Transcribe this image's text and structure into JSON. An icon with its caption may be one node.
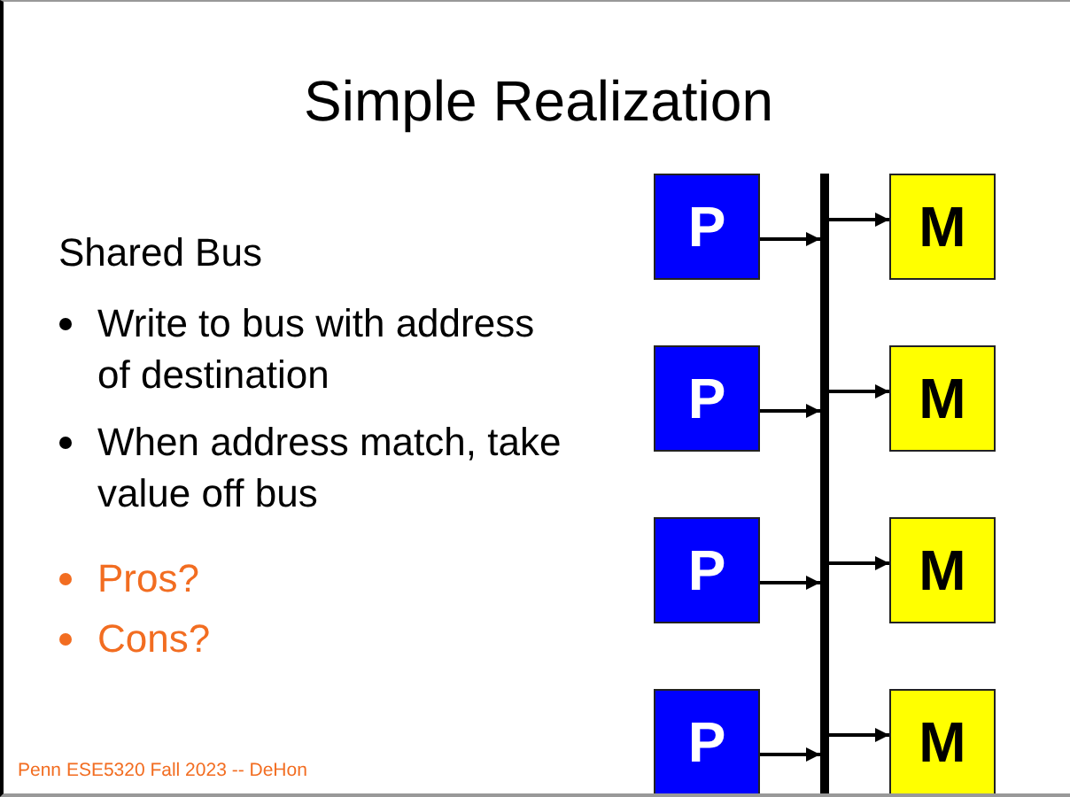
{
  "diagram": {
    "title": "Simple Realization",
    "nodes": [
      {
        "text": [
          "P"
        ]
      },
      {
        "text": [
          "M"
        ]
      },
      {
        "text": [
          "P"
        ]
      },
      {
        "text": [
          "M"
        ]
      },
      {
        "text": [
          "P"
        ]
      },
      {
        "text": [
          "M"
        ]
      },
      {
        "text": [
          "P"
        ]
      },
      {
        "text": [
          "M"
        ]
      },
      {
        "text": [],
        "shape": "bar"
      }
    ],
    "edges": [
      {
        "from": 0,
        "to": 8,
        "arrow": "to"
      },
      {
        "from": 8,
        "to": 1,
        "arrow": "to"
      },
      {
        "from": 2,
        "to": 8,
        "arrow": "to"
      },
      {
        "from": 8,
        "to": 3,
        "arrow": "to"
      },
      {
        "from": 4,
        "to": 8,
        "arrow": "to"
      },
      {
        "from": 8,
        "to": 5,
        "arrow": "to"
      },
      {
        "from": 6,
        "to": 8,
        "arrow": "to"
      },
      {
        "from": 8,
        "to": 7,
        "arrow": "to"
      }
    ],
    "labels": [
      "Shared Bus",
      "Write to bus with address of destination",
      "When address match, take value off bus",
      "Pros?",
      "Cons?",
      "Penn ESE5320 Fall 2023 -- DeHon"
    ]
  }
}
